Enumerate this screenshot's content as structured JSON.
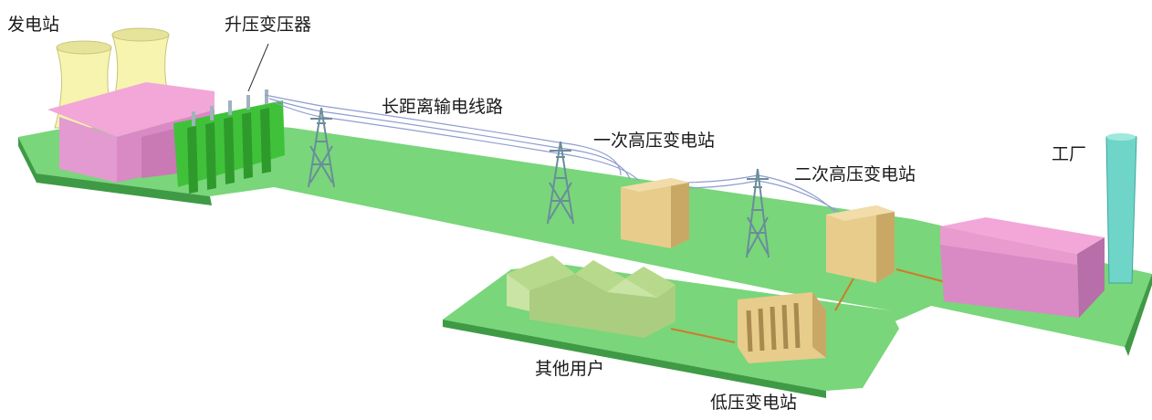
{
  "labels": {
    "power_plant": "发电站",
    "step_up_transformer": "升压变压器",
    "long_distance_line": "长距离输电线路",
    "primary_hv_substation": "一次高压变电站",
    "secondary_hv_substation": "二次高压变电站",
    "factory": "工厂",
    "other_users": "其他用户",
    "low_voltage_substation": "低压变电站"
  },
  "colors": {
    "ground": "#79d67a",
    "ground_side": "#3f9a45",
    "building_roof": "#f2a7d8",
    "building_wall": "#d98ac4",
    "transformer": "#3fc23a",
    "substation_box": "#e8cc8c",
    "tower": "#6a8d9b",
    "cooling_tower": "#f6f4ae",
    "chimney": "#6fd5c8",
    "warehouse": "#c9e4a4",
    "cable": "#d07a2a"
  }
}
